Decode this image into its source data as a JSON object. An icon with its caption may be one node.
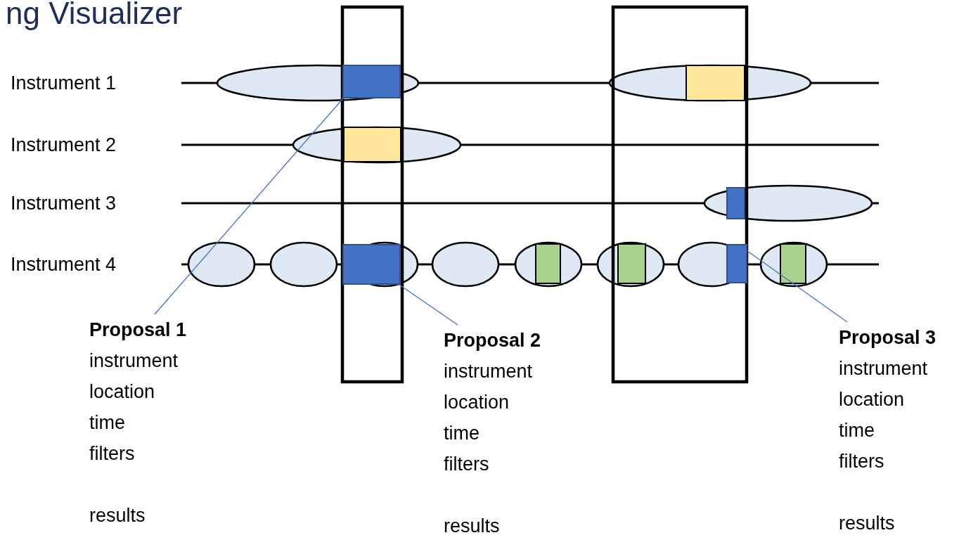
{
  "diagram": {
    "title": "ng Visualizer",
    "nodes": [
      {
        "text": [],
        "shape": "box"
      },
      {
        "text": [],
        "shape": "box"
      },
      {
        "text": [],
        "shape": "box"
      },
      {
        "text": [
          "Proposal 1",
          "instrument",
          "location",
          "time",
          "filters",
          "results"
        ]
      },
      {
        "text": [
          "Proposal 2",
          "instrument",
          "location",
          "time",
          "filters",
          "results"
        ]
      },
      {
        "text": [
          "Proposal 3",
          "instrument",
          "location",
          "time",
          "filters",
          "results"
        ]
      }
    ],
    "edges": [
      {
        "from": 3,
        "to": 0,
        "arrow": "none"
      },
      {
        "from": 4,
        "to": 1,
        "arrow": "none"
      },
      {
        "from": 5,
        "to": 2,
        "arrow": "none"
      }
    ],
    "labels": [
      "Instrument 1",
      "Instrument 2",
      "Instrument 3",
      "Instrument 4"
    ]
  }
}
